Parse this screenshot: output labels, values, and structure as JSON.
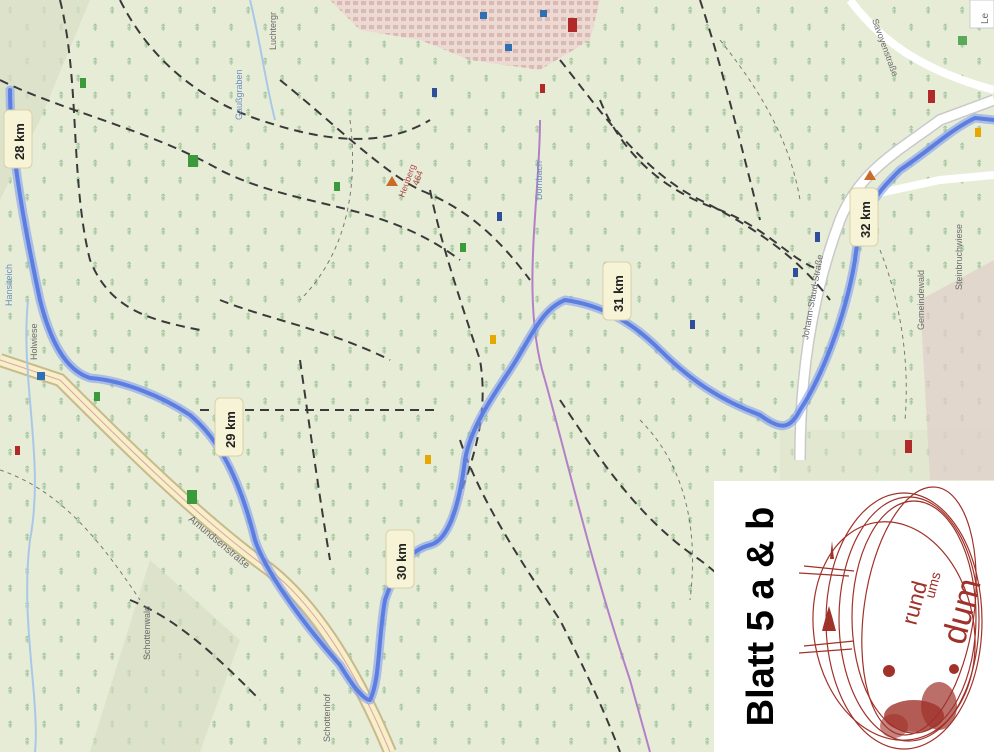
{
  "map": {
    "distance_markers": [
      "28 km",
      "29 km",
      "30 km",
      "31 km",
      "32 km"
    ],
    "place_labels": {
      "heuberg": "Heuberg",
      "heuberg_elevation": "464",
      "dornbach": "Dornbach",
      "hansiteich": "Hansiteich",
      "holwiese": "Holwiese",
      "amundsenstrasse": "Amundsenstraße",
      "johann_staud_strasse": "Johann-Staud-Straße",
      "steinbruchwiese": "Steinbruchwiese",
      "gemeindewald": "Gemeindewald",
      "schottenwald": "Schottenwald",
      "schottenhof": "Schottenhof",
      "gaussgraben": "Gaußgraben",
      "luchtergr": "Luchtergr",
      "savoyenstrasse": "Savoyenstraße",
      "corner": "Le"
    },
    "colors": {
      "route": "#5b7ee0",
      "trail": "#3a3a3a",
      "road": "#f6efc8",
      "background": "#e7ecd6"
    }
  },
  "legend": {
    "sheet_title": "Blatt 5 a & b",
    "logo_text": {
      "rund": "rund",
      "ums": "ums",
      "dum": "dum"
    },
    "logo_color": "#a0322a"
  }
}
